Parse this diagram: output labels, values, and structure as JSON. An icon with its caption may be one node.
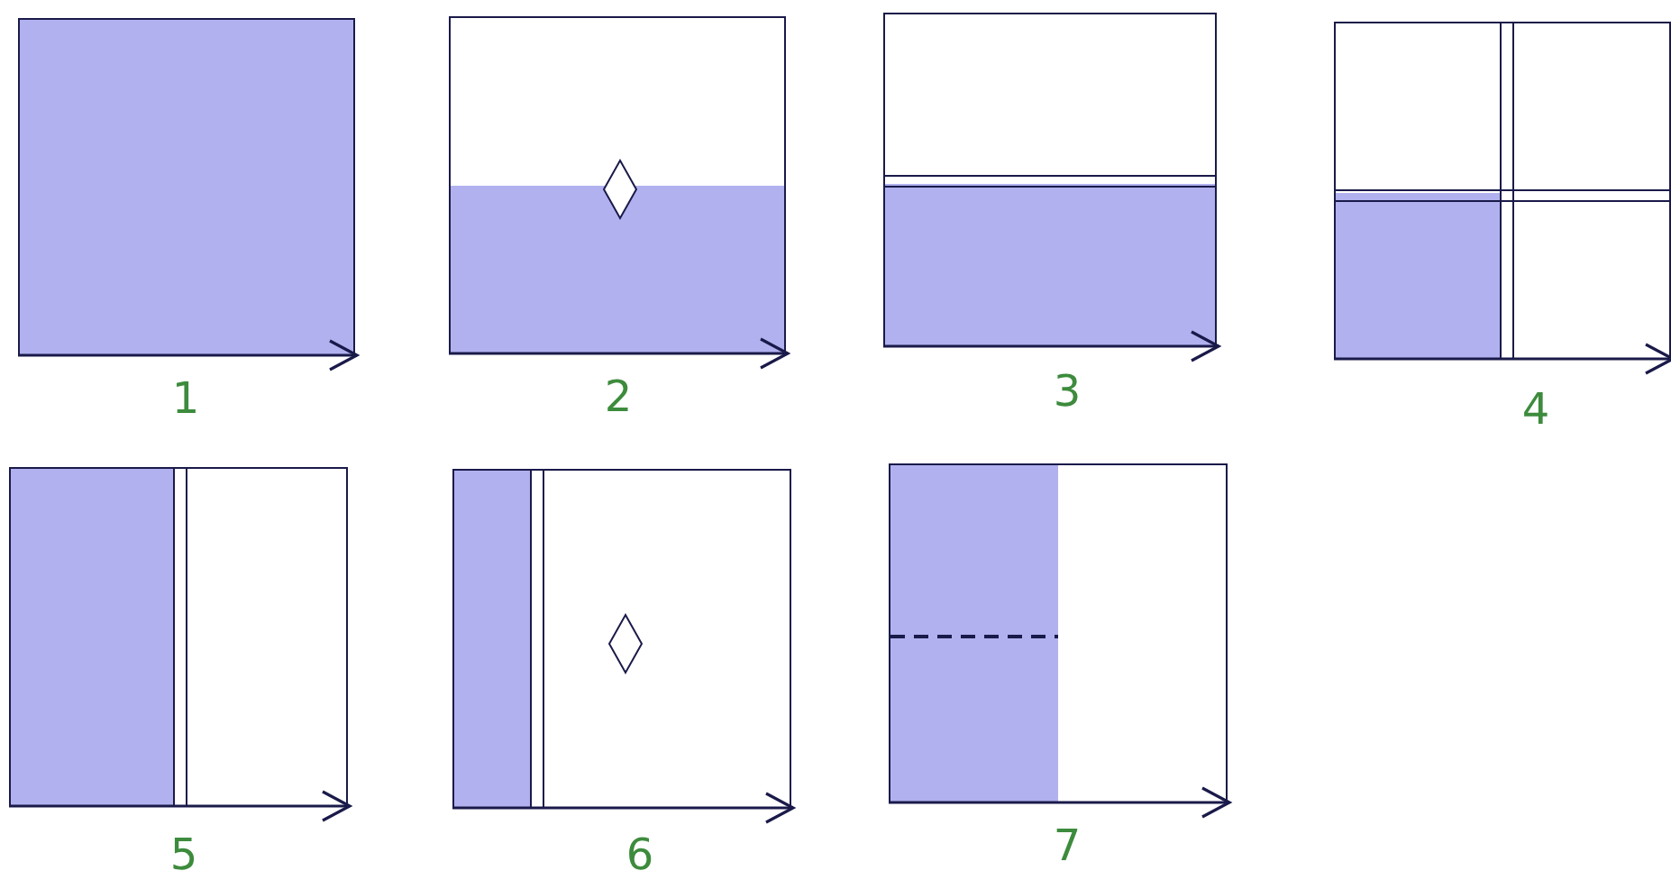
{
  "diagram": {
    "nodes": [
      {
        "text": [],
        "shape": "box",
        "beside": [
          "1"
        ]
      },
      {
        "text": [],
        "shape": "box",
        "beside": [
          "2"
        ]
      },
      {
        "text": [],
        "shape": "box",
        "beside": [
          "3"
        ]
      },
      {
        "text": [],
        "shape": "box",
        "beside": [
          "4"
        ]
      },
      {
        "text": [],
        "shape": "box",
        "beside": [
          "5"
        ]
      },
      {
        "text": [],
        "shape": "box",
        "beside": [
          "6"
        ]
      },
      {
        "text": [],
        "shape": "box",
        "beside": [
          "7"
        ]
      }
    ]
  }
}
